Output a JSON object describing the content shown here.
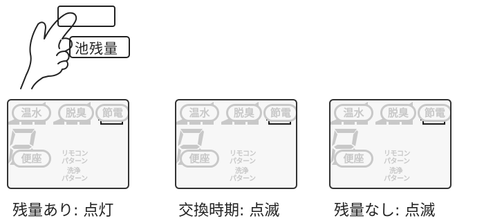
{
  "button": {
    "label": "池残量"
  },
  "panel_labels": {
    "onsui": "温水",
    "dasshu": "脱臭",
    "setsuden": "節電",
    "benza": "便座",
    "rimokon_1": "リモコン",
    "rimokon_2": "パターン",
    "senjo_1": "洗浄",
    "senjo_2": "パターン"
  },
  "panels": [
    {
      "caption": "残量あり: 点灯",
      "battery_state": "full"
    },
    {
      "caption": "交換時期: 点滅",
      "battery_state": "low"
    },
    {
      "caption": "残量なし: 点滅",
      "battery_state": "empty"
    }
  ],
  "colors": {
    "dim_segment": "#c8c8c8",
    "active_segment": "#1a1a1a",
    "panel_bg": "#f7f7f7"
  },
  "icons": [
    "hand-pointing-icon",
    "battery-icon",
    "signal-bars-icon",
    "seven-segment-digit-icon"
  ]
}
